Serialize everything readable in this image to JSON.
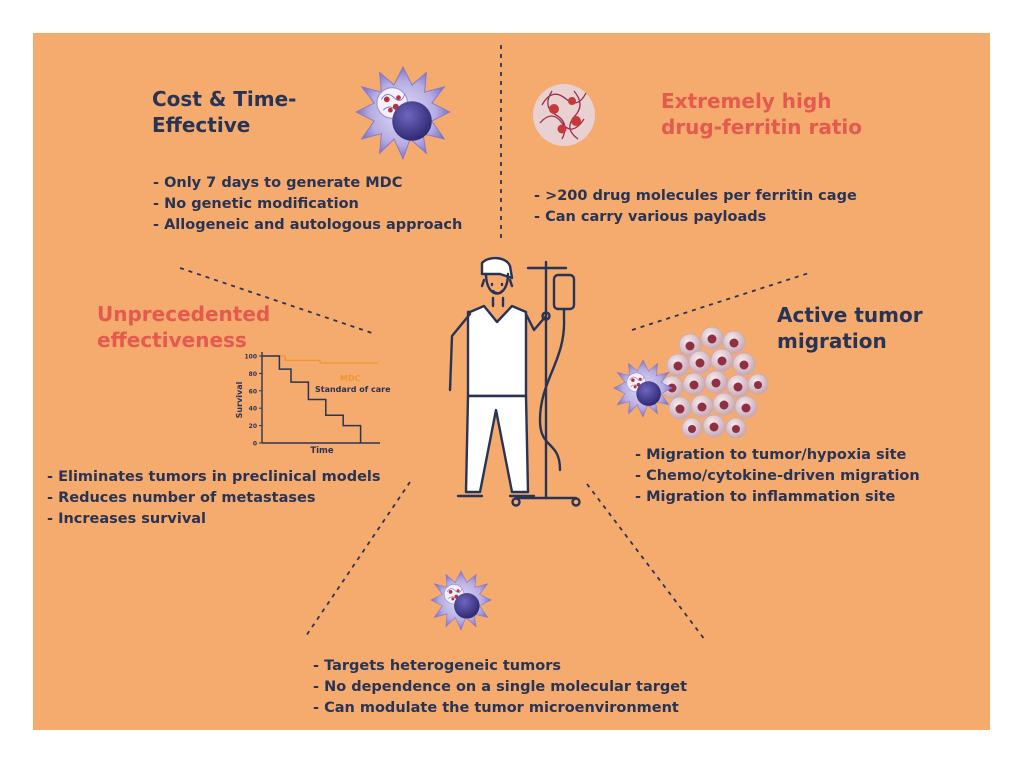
{
  "sections": {
    "cost": {
      "title_line1": "Cost & Time-",
      "title_line2": "Effective",
      "bullets": [
        "- Only 7 days to generate MDC",
        "- No genetic modification",
        "- Allogeneic and autologous approach"
      ]
    },
    "ratio": {
      "title_line1": "Extremely high",
      "title_line2": "drug-ferritin ratio",
      "bullets": [
        "- >200 drug molecules per ferritin cage",
        "- Can carry various payloads"
      ]
    },
    "effectiveness": {
      "title_line1": "Unprecedented",
      "title_line2": "effectiveness",
      "bullets": [
        "- Eliminates tumors in preclinical models",
        "- Reduces number of metastases",
        "- Increases survival"
      ]
    },
    "migration": {
      "title_line1": "Active tumor",
      "title_line2": "migration",
      "bullets": [
        "- Migration to tumor/hypoxia site",
        "- Chemo/cytokine-driven migration",
        "- Migration to inflammation site"
      ]
    },
    "targeting": {
      "bullets": [
        "- Targets heterogeneic tumors",
        "- No dependence on a single molecular target",
        "- Can modulate the tumor microenvironment"
      ]
    }
  },
  "colors": {
    "background": "#f5aa6e",
    "navy": "#283455",
    "accent_red": "#e45a4f",
    "cell_purple": "#6a63b8",
    "mdc_line": "#f0962f"
  },
  "icons": [
    "mdc-cell-icon",
    "ferritin-cage-icon",
    "patient-iv-icon",
    "tumor-cluster-icon"
  ],
  "chart_data": {
    "type": "line",
    "title": "",
    "xlabel": "Time",
    "ylabel": "Survival",
    "ylim": [
      0,
      100
    ],
    "yticks": [
      0,
      20,
      40,
      60,
      80,
      100
    ],
    "xlim": [
      0,
      10
    ],
    "grid": false,
    "series": [
      {
        "name": "MDC",
        "color": "#f0962f",
        "x": [
          0,
          2,
          2,
          5,
          5,
          10
        ],
        "y": [
          100,
          100,
          95,
          95,
          92,
          92
        ]
      },
      {
        "name": "Standard of care",
        "color": "#283455",
        "x": [
          0,
          1.5,
          1.5,
          2.5,
          2.5,
          4,
          4,
          5.5,
          5.5,
          7,
          7,
          8.5,
          8.5
        ],
        "y": [
          100,
          100,
          85,
          85,
          70,
          70,
          50,
          50,
          32,
          32,
          20,
          20,
          0
        ]
      }
    ]
  }
}
